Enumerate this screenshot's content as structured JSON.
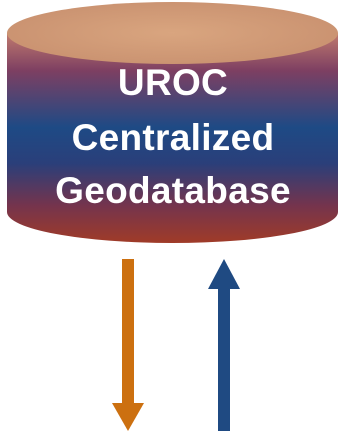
{
  "database": {
    "label_lines": [
      "UROC",
      "Centralized",
      "Geodatabase"
    ],
    "colors": {
      "top": "#cf9a78",
      "body_light": "#c07a6e",
      "body_mid": "#7d3f62",
      "body_center": "#1e4a85",
      "body_bottom": "#9c3a2c",
      "text": "#ffffff"
    }
  },
  "arrows": [
    {
      "direction": "down",
      "color": "#cc7010",
      "icon": "arrow-down-icon"
    },
    {
      "direction": "up",
      "color": "#1f4a82",
      "icon": "arrow-up-icon"
    }
  ]
}
